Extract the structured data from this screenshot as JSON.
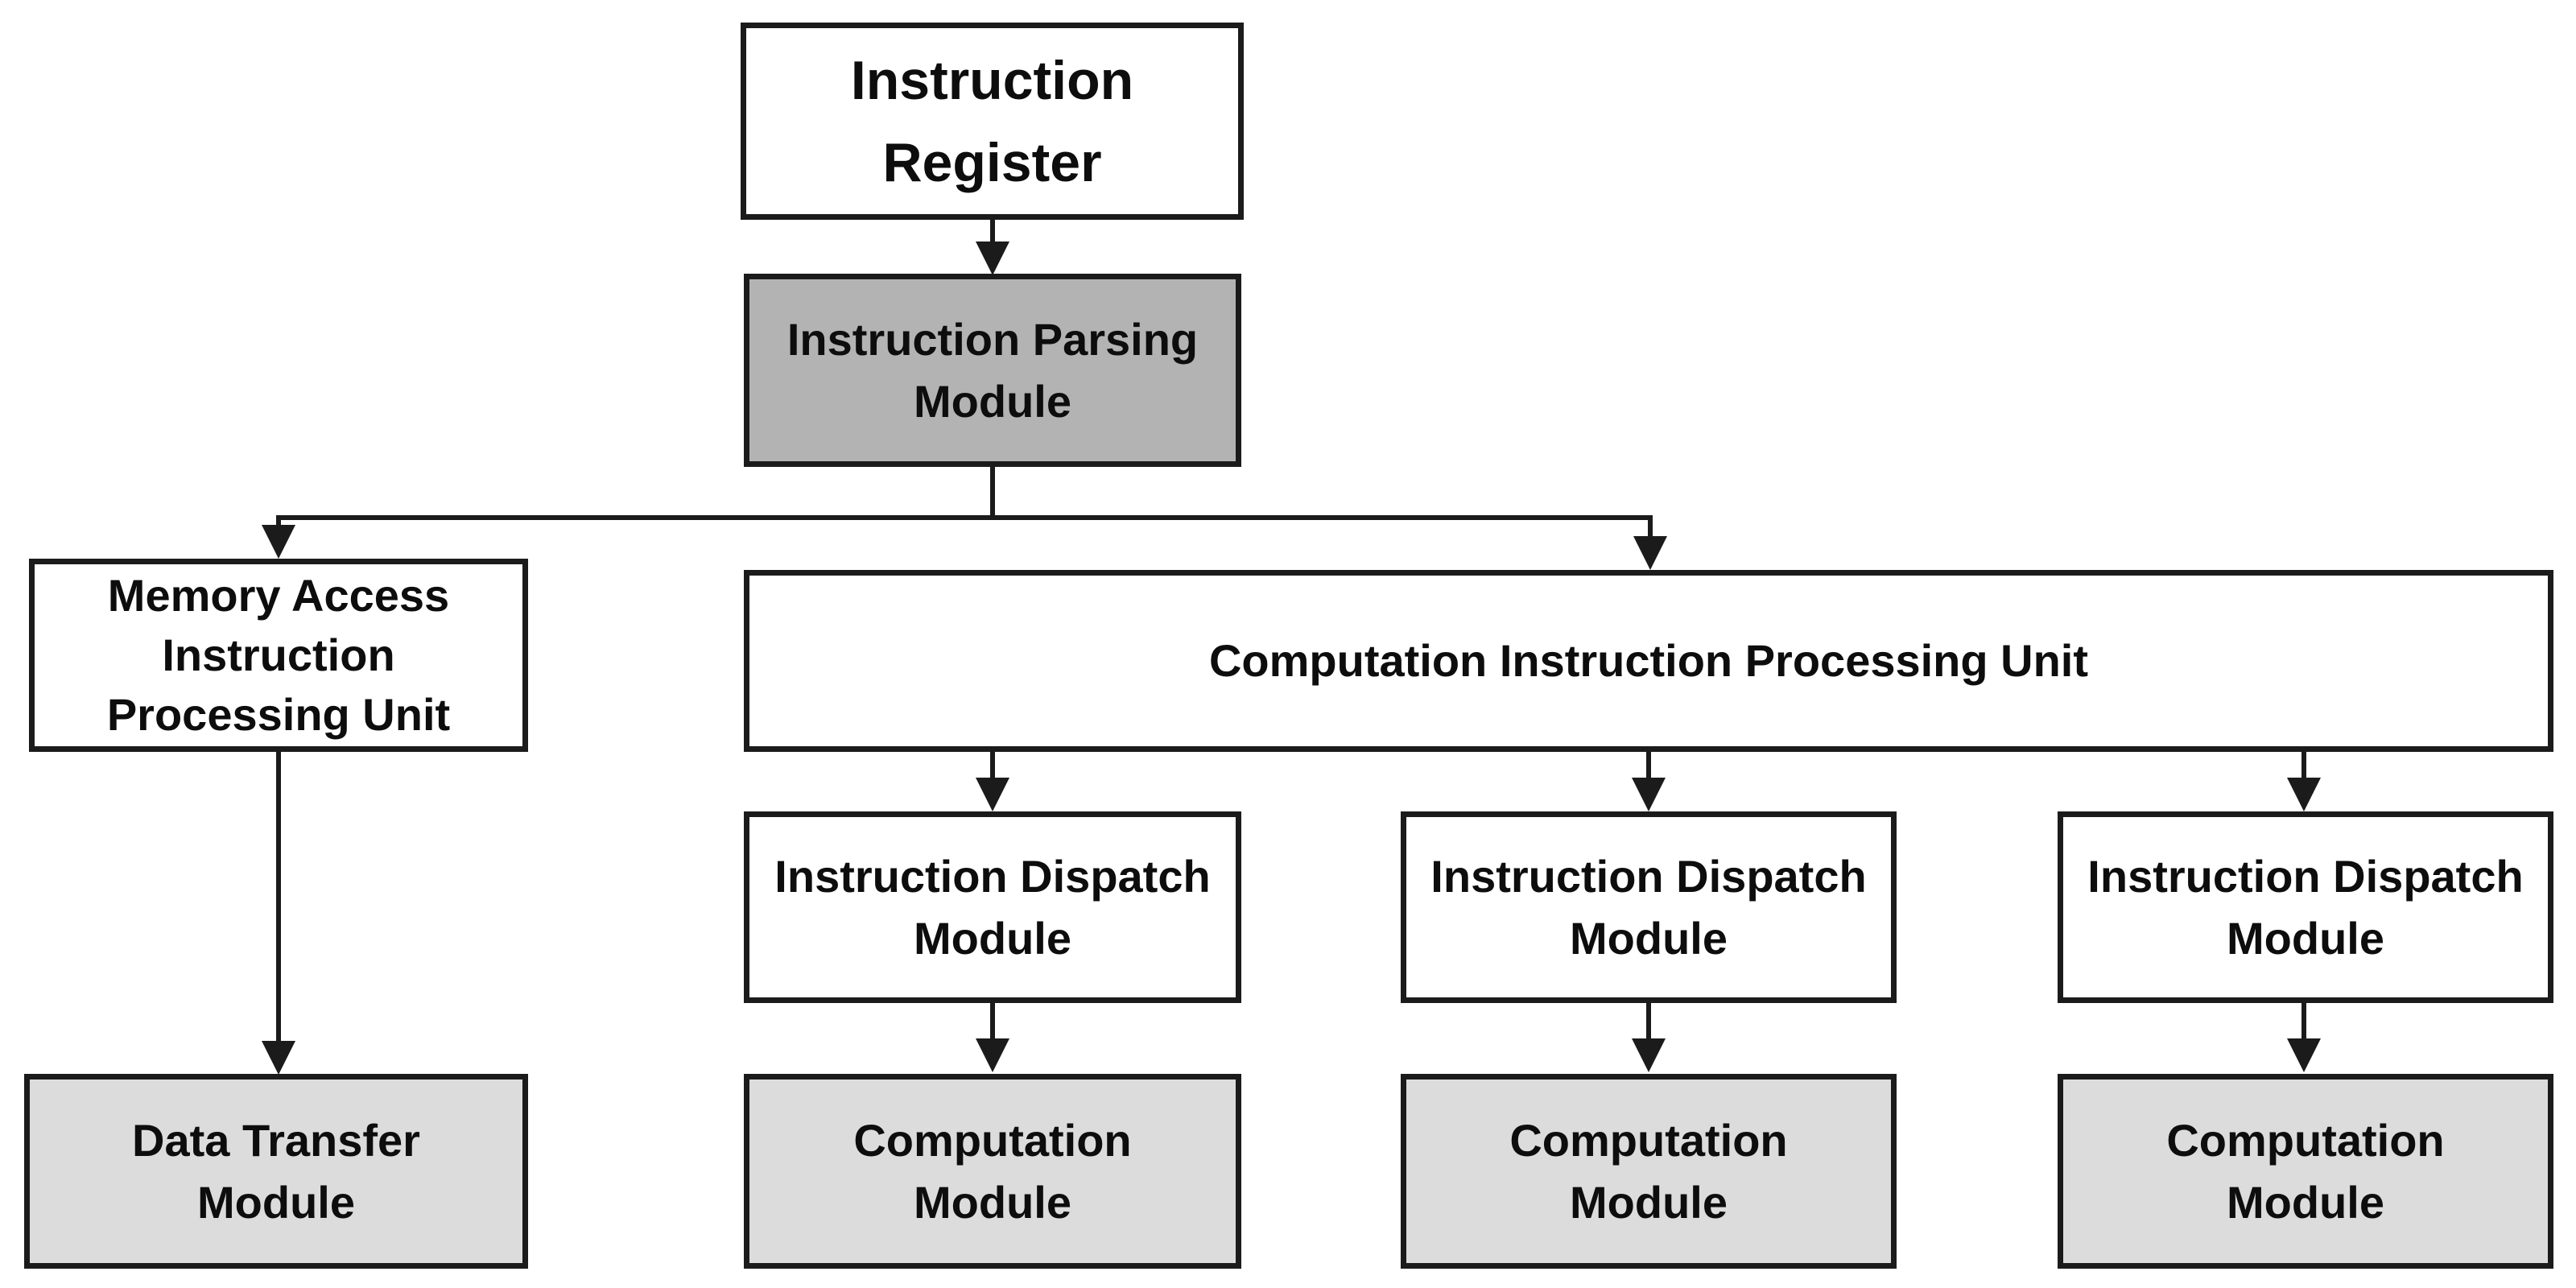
{
  "diagram": {
    "type": "flowchart",
    "background": "#ffffff",
    "colors": {
      "border": "#1b1b1b",
      "connector": "#1b1b1b",
      "text": "#0d0d0d",
      "node_fill_white": "#ffffff",
      "node_fill_gray_dark": "#b3b3b3",
      "node_fill_gray_light": "#dcdcdc"
    },
    "nodes": {
      "instruction_register": {
        "label": "Instruction\nRegister",
        "fill": "#ffffff"
      },
      "instruction_parsing_module": {
        "label": "Instruction Parsing\nModule",
        "fill": "#b3b3b3"
      },
      "memory_access_ipu": {
        "label": "Memory Access\nInstruction\nProcessing Unit",
        "fill": "#ffffff"
      },
      "computation_ipu": {
        "label": "Computation Instruction Processing Unit",
        "fill": "#ffffff"
      },
      "data_transfer_module": {
        "label": "Data Transfer\nModule",
        "fill": "#dcdcdc"
      },
      "instruction_dispatch_module_1": {
        "label": "Instruction Dispatch\nModule",
        "fill": "#ffffff"
      },
      "instruction_dispatch_module_2": {
        "label": "Instruction Dispatch\nModule",
        "fill": "#ffffff"
      },
      "instruction_dispatch_module_3": {
        "label": "Instruction Dispatch\nModule",
        "fill": "#ffffff"
      },
      "computation_module_1": {
        "label": "Computation\nModule",
        "fill": "#dcdcdc"
      },
      "computation_module_2": {
        "label": "Computation\nModule",
        "fill": "#dcdcdc"
      },
      "computation_module_3": {
        "label": "Computation\nModule",
        "fill": "#dcdcdc"
      }
    },
    "edges": [
      {
        "from": "Instruction Register",
        "to": "Instruction Parsing Module"
      },
      {
        "from": "Instruction Parsing Module",
        "to": "Memory Access Instruction Processing Unit"
      },
      {
        "from": "Instruction Parsing Module",
        "to": "Computation Instruction Processing Unit"
      },
      {
        "from": "Memory Access Instruction Processing Unit",
        "to": "Data Transfer Module"
      },
      {
        "from": "Computation Instruction Processing Unit",
        "to": "Instruction Dispatch Module (1)"
      },
      {
        "from": "Computation Instruction Processing Unit",
        "to": "Instruction Dispatch Module (2)"
      },
      {
        "from": "Computation Instruction Processing Unit",
        "to": "Instruction Dispatch Module (3)"
      },
      {
        "from": "Instruction Dispatch Module (1)",
        "to": "Computation Module (1)"
      },
      {
        "from": "Instruction Dispatch Module (2)",
        "to": "Computation Module (2)"
      },
      {
        "from": "Instruction Dispatch Module (3)",
        "to": "Computation Module (3)"
      }
    ]
  }
}
